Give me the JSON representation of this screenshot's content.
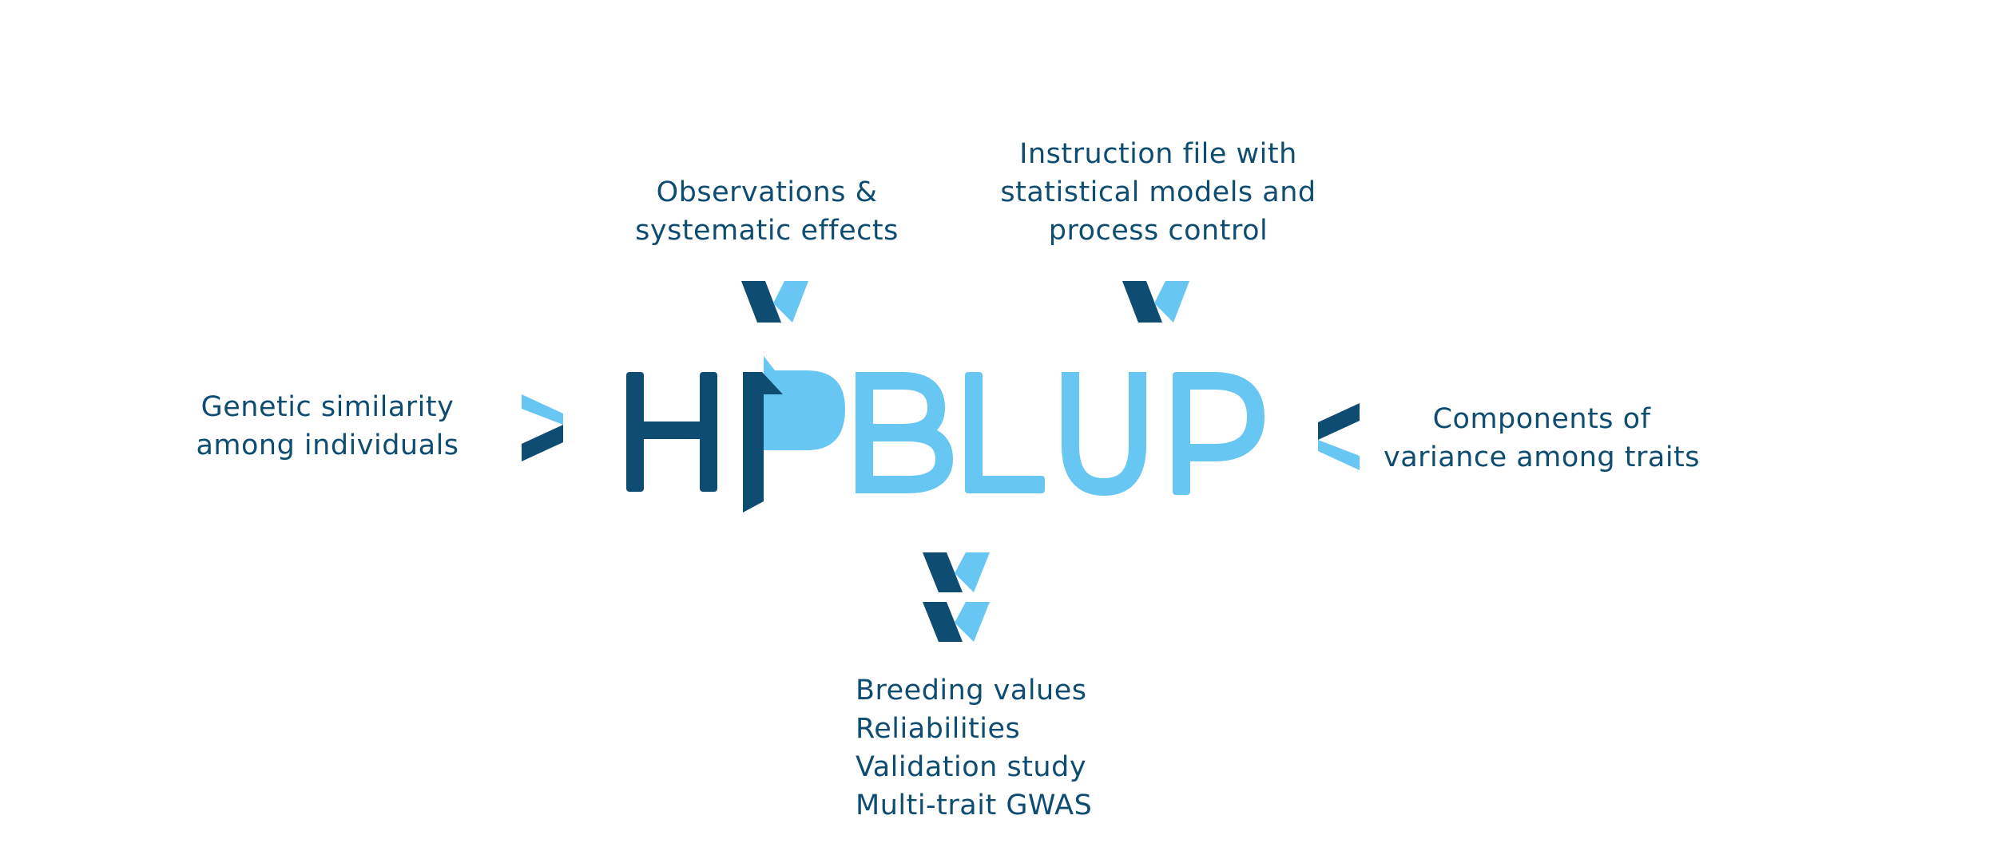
{
  "colors": {
    "dark_blue": "#0f4c71",
    "light_blue": "#67c6f2",
    "background": "#ffffff"
  },
  "logo": {
    "text": "HPBLUP",
    "dark_part": "HP",
    "light_part": "BLUP"
  },
  "inputs": {
    "observations": {
      "lines": [
        "Observations &",
        "systematic effects"
      ]
    },
    "instruction_file": {
      "lines": [
        "Instruction file with",
        "statistical models and",
        "process control"
      ]
    },
    "genetic_similarity": {
      "lines": [
        "Genetic similarity",
        "among individuals"
      ]
    },
    "variance_components": {
      "lines": [
        "Components of",
        "variance among traits"
      ]
    }
  },
  "outputs": {
    "lines": [
      "Breeding values",
      "Reliabilities",
      "Validation study",
      "Multi-trait GWAS"
    ]
  },
  "icons": {
    "input_arrow": "chevron-down-icon",
    "left_arrow": "chevron-right-icon",
    "right_arrow": "chevron-left-icon",
    "output_arrow": "double-chevron-down-icon"
  }
}
